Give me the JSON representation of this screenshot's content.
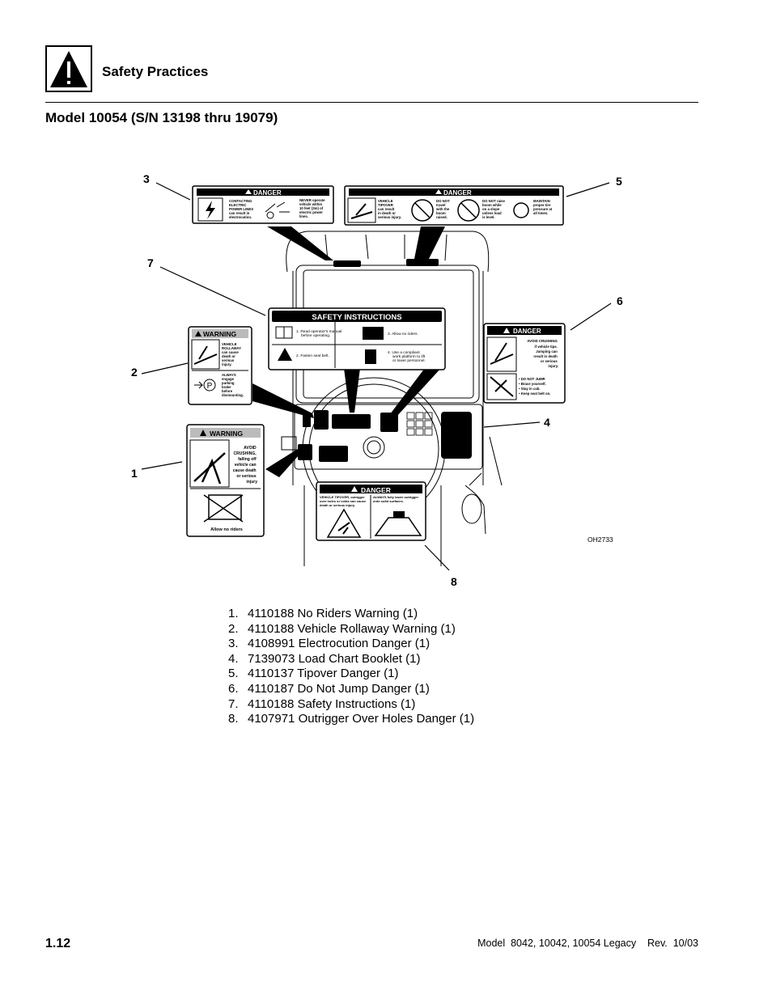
{
  "header": {
    "section_title": "Safety Practices",
    "icon": "warning-triangle-icon"
  },
  "model_title": "Model 10054 (S/N 13198 thru 19079)",
  "figure": {
    "id": "OH2733",
    "callouts": [
      "1",
      "2",
      "3",
      "4",
      "5",
      "6",
      "7",
      "8"
    ],
    "decal3": {
      "heading": "DANGER",
      "text1": [
        "CONTACTING",
        "ELECTRIC",
        "POWER LINES",
        "can result in",
        "electrocution."
      ],
      "text2": [
        "NEVER operate",
        "vehicle within",
        "10 feet (3m) of",
        "electric power",
        "lines."
      ]
    },
    "decal5": {
      "heading": "DANGER",
      "cols": [
        [
          "VEHICLE",
          "TIPOVER",
          "can result",
          "in death or",
          "serious injury."
        ],
        [
          "DO NOT",
          "travel",
          "with the",
          "boom",
          "raised."
        ],
        [
          "DO NOT raise",
          "boom while",
          "on a slope",
          "unless load",
          "is level."
        ],
        [
          "MAINTAIN",
          "proper tire",
          "pressure at",
          "all times."
        ]
      ]
    },
    "decal7": {
      "heading": "SAFETY INSTRUCTIONS",
      "items": [
        [
          "1. Read operator's manual",
          "before operating."
        ],
        [
          "3. Allow no riders."
        ],
        [
          "2. Fasten seat belt."
        ],
        [
          "4. Use a compliant",
          "work platform to lift",
          "or lower personnel."
        ]
      ]
    },
    "decal2": {
      "heading": "WARNING",
      "text1": [
        "VEHICLE",
        "ROLLAWAY",
        "can cause",
        "death or",
        "serious",
        "injury."
      ],
      "text2": [
        "ALWAYS",
        "engage",
        "parking",
        "brake",
        "before",
        "dismounting."
      ],
      "brake_symbol": "P"
    },
    "decal6": {
      "heading": "DANGER",
      "text1": [
        "AVOID CRUSHING",
        "if vehicle tips.",
        "Jumping can",
        "result in death",
        "or serious",
        "injury."
      ],
      "text2": [
        "• DO NOT JUMP.",
        "• Brace yourself.",
        "• Stay in cab.",
        "• Keep seat belt on."
      ]
    },
    "decal1": {
      "heading": "WARNING",
      "text1": [
        "AVOID",
        "CRUSHING,",
        "falling off",
        "vehicle can",
        "cause death",
        "or serious",
        "injury"
      ],
      "caption": "Allow no riders"
    },
    "decal8": {
      "heading": "DANGER",
      "text1": [
        "VEHICLE TIPOVER, outrigger",
        "over holes or voids can cause",
        "death or serious injury."
      ],
      "text2": [
        "ALWAYS fully lower outrigger",
        "onto solid surfaces."
      ]
    }
  },
  "parts_list": [
    {
      "num": "1.",
      "text": "4110188 No Riders Warning (1)"
    },
    {
      "num": "2.",
      "text": "4110188 Vehicle Rollaway Warning (1)"
    },
    {
      "num": "3.",
      "text": "4108991 Electrocution Danger (1)"
    },
    {
      "num": "4.",
      "text": "7139073 Load Chart Booklet (1)"
    },
    {
      "num": "5.",
      "text": "4110137 Tipover Danger (1)"
    },
    {
      "num": "6.",
      "text": "4110187 Do Not Jump Danger (1)"
    },
    {
      "num": "7.",
      "text": "4110188 Safety Instructions (1)"
    },
    {
      "num": "8.",
      "text": "4107971 Outrigger Over Holes Danger (1)"
    }
  ],
  "footer": {
    "page_number": "1.12",
    "doc_info": "Model  8042, 10042, 10054 Legacy    Rev.  10/03"
  }
}
